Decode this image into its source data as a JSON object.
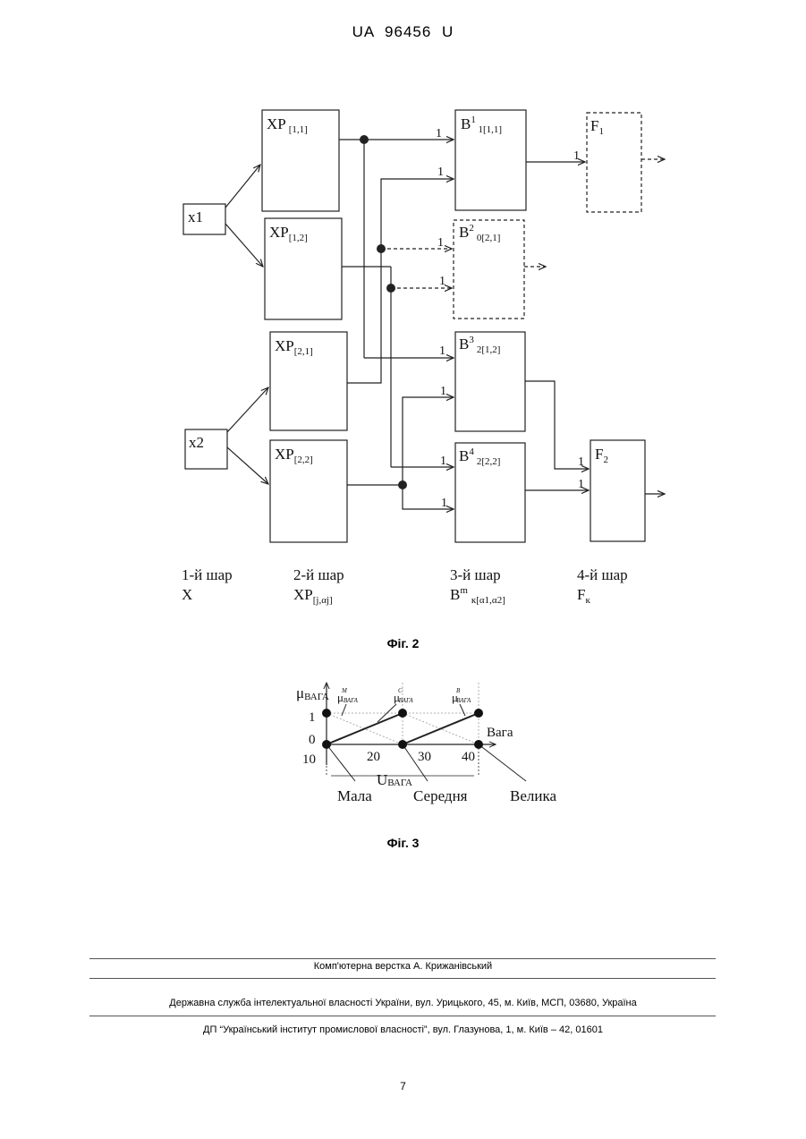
{
  "header": {
    "patent_number": "UA   96456   U"
  },
  "fig2": {
    "inputs": [
      "x1",
      "x2"
    ],
    "layer2_blocks": [
      {
        "base": "XP",
        "sub": "[1,1]"
      },
      {
        "base": "XP",
        "sub": "[1,2]"
      },
      {
        "base": "XP",
        "sub": "[2,1]"
      },
      {
        "base": "XP",
        "sub": "[2,2]"
      }
    ],
    "layer3_blocks": [
      {
        "base": "B",
        "sup": "1",
        "sub": "1[1,1]",
        "dashed": false
      },
      {
        "base": "B",
        "sup": "2",
        "sub": "0[2,1]",
        "dashed": true
      },
      {
        "base": "B",
        "sup": "3",
        "sub": "2[1,2]",
        "dashed": false
      },
      {
        "base": "B",
        "sup": "4",
        "sub": "2[2,2]",
        "dashed": false
      }
    ],
    "layer4_blocks": [
      {
        "base": "F",
        "sub": "1",
        "dashed": true
      },
      {
        "base": "F",
        "sub": "2",
        "dashed": false
      }
    ],
    "input_mark": "1",
    "layer_labels": [
      {
        "title": "1-й шар",
        "symbol": "X",
        "sub": "",
        "sup": ""
      },
      {
        "title": "2-й шар",
        "symbol": "XP",
        "sub": "[j,αj]",
        "sup": ""
      },
      {
        "title": "3-й шар",
        "symbol": "B",
        "sup": "m",
        "sub": "к[α1,α2]"
      },
      {
        "title": "4-й шар",
        "symbol": "F",
        "sub": "к",
        "sup": ""
      }
    ],
    "caption": "Фіг. 2"
  },
  "fig3": {
    "y_axis": {
      "symbol": "μ",
      "sub": "ВАГА"
    },
    "x_axis_label": "Вага",
    "u_label": {
      "symbol": "U",
      "sub": "ВАГА"
    },
    "y_ticks": [
      "1",
      "0"
    ],
    "x_ticks": [
      "10",
      "20",
      "30",
      "40"
    ],
    "curve_labels": [
      {
        "symbol": "μ",
        "sup": "М",
        "sub": "ВАГА"
      },
      {
        "symbol": "μ",
        "sup": "С",
        "sub": "ВАГА"
      },
      {
        "symbol": "μ",
        "sup": "В",
        "sub": "ВАГА"
      }
    ],
    "term_labels": [
      "Мала",
      "Середня",
      "Велика"
    ],
    "caption": "Фіг. 3"
  },
  "footer": {
    "line1": "Комп'ютерна верстка А. Крижанівський",
    "line2": "Державна служба інтелектуальної власності України, вул. Урицького, 45, м. Київ, МСП, 03680, Україна",
    "line3": "ДП “Український інститут промислової власності”, вул. Глазунова, 1, м. Київ – 42, 01601"
  },
  "page_number": "7"
}
